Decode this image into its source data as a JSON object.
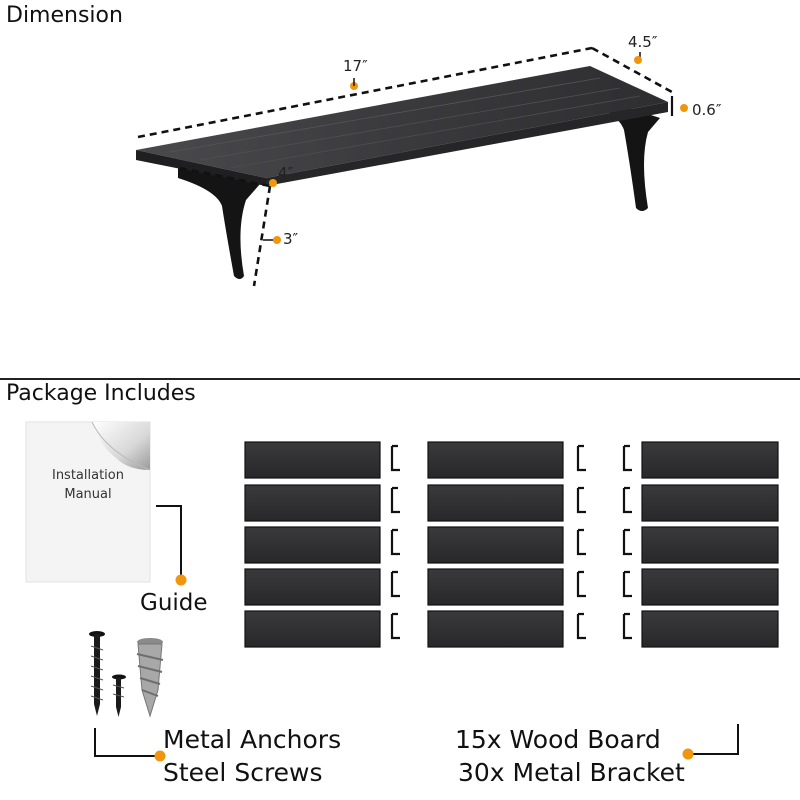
{
  "sections": {
    "dimension_title": "Dimension",
    "package_title": "Package Includes"
  },
  "dimensions": {
    "length": "17″",
    "depth": "4.5″",
    "thickness": "0.6″",
    "bracket_depth": "4″",
    "bracket_height": "3″"
  },
  "manual": {
    "line1": "Installation",
    "line2": "Manual",
    "caption": "Guide"
  },
  "hardware": {
    "line1": "Metal Anchors",
    "line2": "Steel Screws"
  },
  "contents": {
    "line1": "15x Wood Board",
    "line2": "30x Metal Bracket"
  },
  "colors": {
    "accent": "#f0960e",
    "wood": "#2b2b2d",
    "metal": "#111111"
  }
}
